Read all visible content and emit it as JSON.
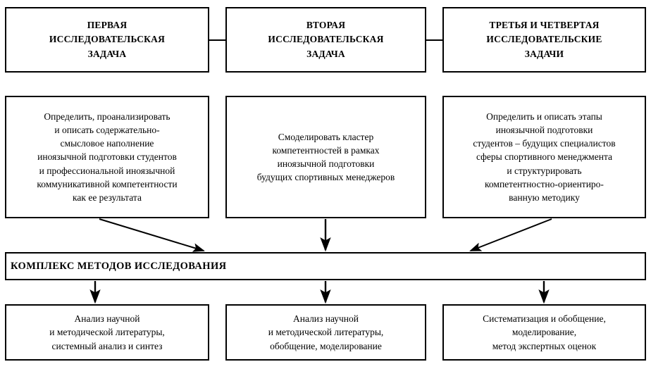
{
  "diagram": {
    "title_banner": "КОМПЛЕКС МЕТОДОВ ИССЛЕДОВАНИЯ",
    "headers": [
      {
        "id": "task-1",
        "lines": [
          "ПЕРВАЯ",
          "ИССЛЕДОВАТЕЛЬСКАЯ",
          "ЗАДАЧА"
        ]
      },
      {
        "id": "task-2",
        "lines": [
          "ВТОРАЯ",
          "ИССЛЕДОВАТЕЛЬСКАЯ",
          "ЗАДАЧА"
        ]
      },
      {
        "id": "task-3-4",
        "lines": [
          "ТРЕТЬЯ И ЧЕТВЕРТАЯ",
          "ИССЛЕДОВАТЕЛЬСКИЕ",
          "ЗАДАЧИ"
        ]
      }
    ],
    "tasks": [
      {
        "id": "task-1-description",
        "lines": [
          "Определить, проанализировать",
          "и описать содержательно-",
          "смысловое наполнение",
          "иноязычной подготовки студентов",
          "и профессиональной иноязычной",
          "коммуникативной компетентности",
          "как ее результата"
        ]
      },
      {
        "id": "task-2-description",
        "lines": [
          "Смоделировать кластер",
          "компетентностей в рамках",
          "иноязычной подготовки",
          "будущих спортивных менеджеров"
        ]
      },
      {
        "id": "task-3-4-description",
        "lines": [
          "Определить и описать этапы",
          "иноязычной подготовки",
          "студентов – будущих специалистов",
          "сферы спортивного менеджмента",
          "и структурировать",
          "компетентностно-ориентиро-",
          "ванную методику"
        ]
      }
    ],
    "methods": [
      {
        "id": "methods-1",
        "lines": [
          "Анализ научной",
          "и методической литературы,",
          "системный анализ и синтез"
        ]
      },
      {
        "id": "methods-2",
        "lines": [
          "Анализ научной",
          "и методической литературы,",
          "обобщение, моделирование"
        ]
      },
      {
        "id": "methods-3",
        "lines": [
          "Систематизация и обобщение,",
          "моделирование,",
          "метод экспертных оценок"
        ]
      }
    ],
    "colors": {
      "stroke": "#000000",
      "background": "#ffffff",
      "text": "#000000"
    }
  }
}
